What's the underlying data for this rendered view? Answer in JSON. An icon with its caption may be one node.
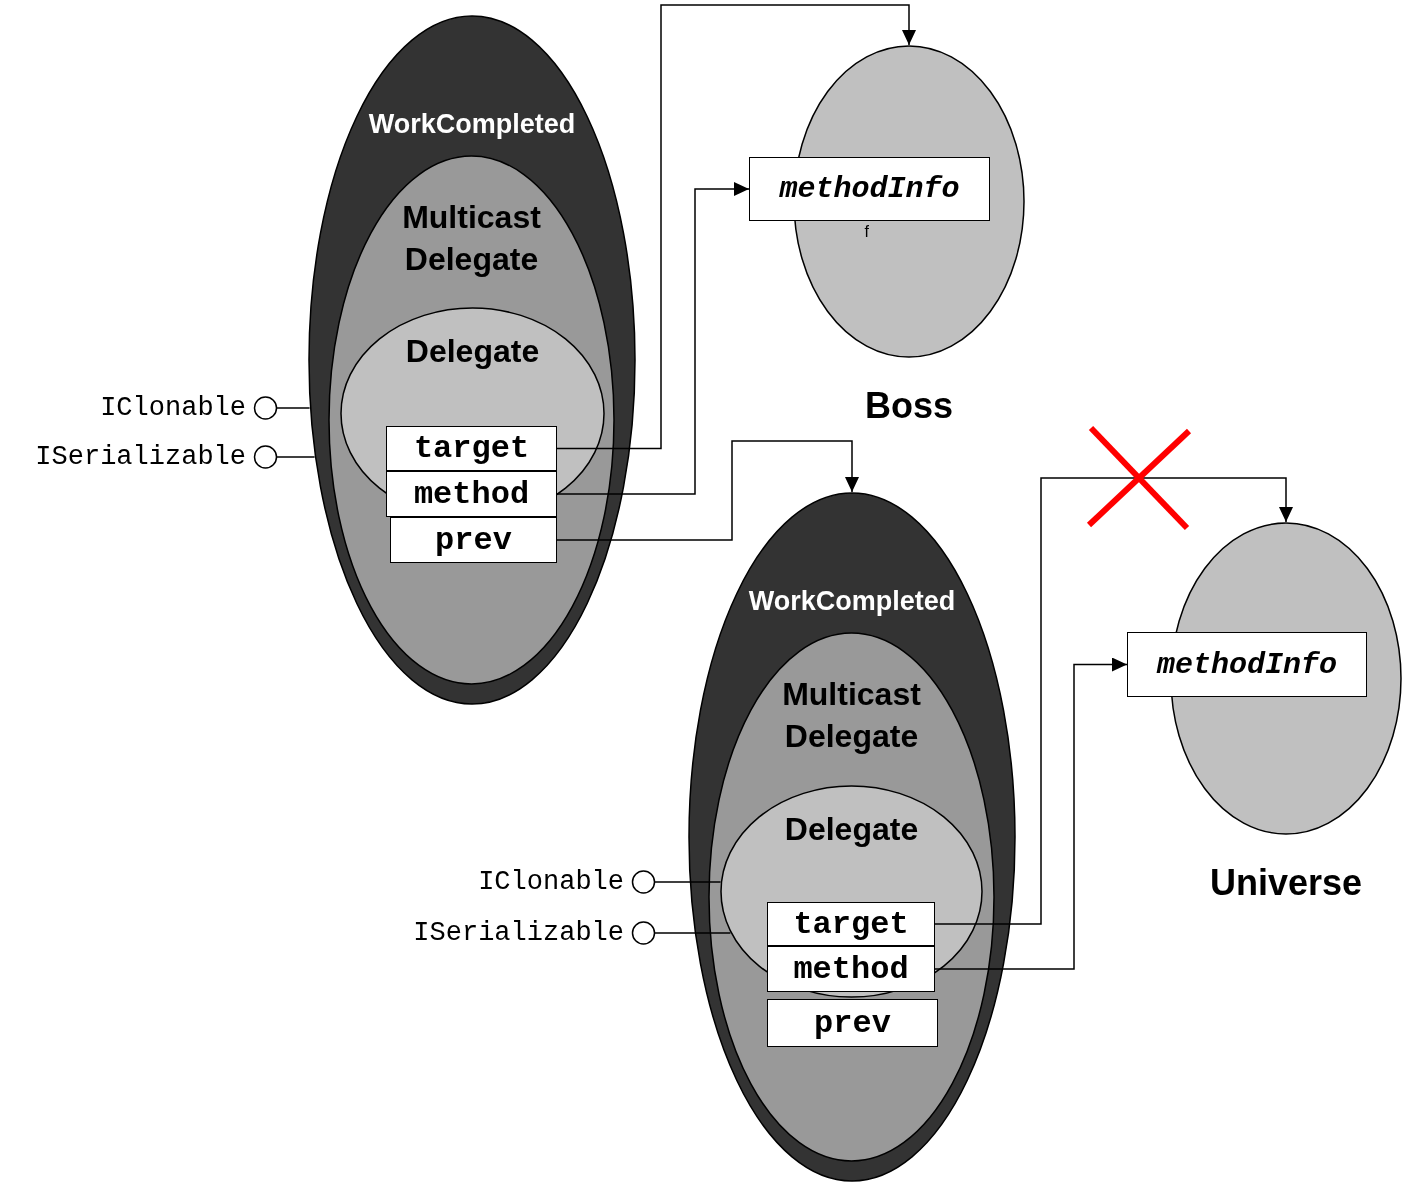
{
  "diagram": {
    "nodes": [
      {
        "text": [
          "WorkCompleted"
        ]
      },
      {
        "text": [
          "Multicast Delegate"
        ],
        "in": 0
      },
      {
        "text": [
          "Delegate"
        ],
        "in": 1
      },
      {
        "text": [
          "target"
        ],
        "in": 2
      },
      {
        "text": [
          "method"
        ],
        "in": 2
      },
      {
        "text": [
          "prev"
        ],
        "in": 1
      },
      {
        "text": [
          "Boss"
        ]
      },
      {
        "text": [
          "methodInfo"
        ],
        "beside": [
          "f"
        ]
      },
      {
        "text": [
          "IClonable"
        ]
      },
      {
        "text": [
          "ISerializable"
        ]
      },
      {
        "text": [
          "WorkCompleted"
        ]
      },
      {
        "text": [
          "Multicast Delegate"
        ],
        "in": 10
      },
      {
        "text": [
          "Delegate"
        ],
        "in": 11
      },
      {
        "text": [
          "target"
        ],
        "in": 12
      },
      {
        "text": [
          "method"
        ],
        "in": 12
      },
      {
        "text": [
          "prev"
        ],
        "in": 11
      },
      {
        "text": [
          "Universe"
        ]
      },
      {
        "text": [
          "methodInfo"
        ]
      },
      {
        "text": [
          "IClonable"
        ]
      },
      {
        "text": [
          "ISerializable"
        ]
      }
    ],
    "edges": [
      {
        "from": 3,
        "to": 6,
        "arrow": "to"
      },
      {
        "from": 4,
        "to": 7,
        "arrow": "to"
      },
      {
        "from": 5,
        "to": 10,
        "arrow": "to"
      },
      {
        "from": 13,
        "to": 16,
        "arrow": "to"
      },
      {
        "from": 14,
        "to": 17,
        "arrow": "to"
      },
      {
        "from": 8,
        "to": 0,
        "arrow": "other"
      },
      {
        "from": 9,
        "to": 0,
        "arrow": "other"
      },
      {
        "from": 18,
        "to": 12,
        "arrow": "other"
      },
      {
        "from": 19,
        "to": 12,
        "arrow": "other"
      }
    ]
  }
}
